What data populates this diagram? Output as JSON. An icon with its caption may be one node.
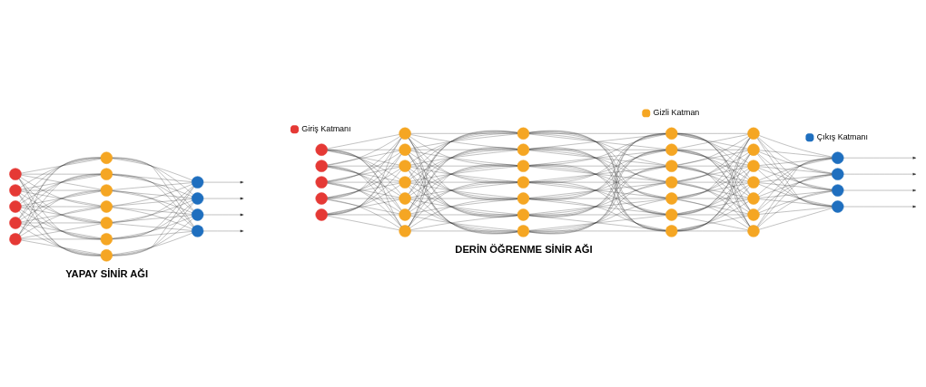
{
  "diagram": {
    "nodes": [
      {
        "text": [],
        "shape": "circle"
      },
      {
        "text": [],
        "shape": "circle"
      },
      {
        "text": [],
        "shape": "circle"
      },
      {
        "text": [],
        "shape": "circle"
      },
      {
        "text": [],
        "shape": "circle"
      },
      {
        "text": [],
        "shape": "circle"
      },
      {
        "text": [],
        "shape": "circle"
      },
      {
        "text": [],
        "shape": "circle"
      },
      {
        "text": [],
        "shape": "circle"
      },
      {
        "text": [],
        "shape": "circle"
      },
      {
        "text": [],
        "shape": "circle"
      },
      {
        "text": [],
        "shape": "circle"
      },
      {
        "text": [],
        "shape": "circle"
      },
      {
        "text": [],
        "shape": "circle"
      },
      {
        "text": [],
        "shape": "circle"
      },
      {
        "text": [],
        "shape": "circle"
      },
      {
        "text": [],
        "shape": "circle"
      },
      {
        "text": [],
        "shape": "circle"
      },
      {
        "text": [],
        "shape": "circle"
      },
      {
        "text": [],
        "shape": "circle"
      },
      {
        "text": [],
        "shape": "circle"
      },
      {
        "text": [],
        "shape": "circle"
      },
      {
        "text": [],
        "shape": "circle"
      },
      {
        "text": [],
        "shape": "circle"
      },
      {
        "text": [],
        "shape": "circle"
      },
      {
        "text": [],
        "shape": "circle"
      },
      {
        "text": [],
        "shape": "circle"
      },
      {
        "text": [],
        "shape": "circle"
      },
      {
        "text": [],
        "shape": "circle"
      },
      {
        "text": [],
        "shape": "circle"
      },
      {
        "text": [],
        "shape": "circle"
      },
      {
        "text": [],
        "shape": "circle"
      },
      {
        "text": [],
        "shape": "circle"
      },
      {
        "text": [],
        "shape": "circle"
      },
      {
        "text": [],
        "shape": "circle"
      },
      {
        "text": [],
        "shape": "circle"
      },
      {
        "text": [],
        "shape": "circle"
      },
      {
        "text": [],
        "shape": "circle"
      },
      {
        "text": [],
        "shape": "circle"
      },
      {
        "text": [],
        "shape": "circle"
      },
      {
        "text": [],
        "shape": "circle"
      },
      {
        "text": [],
        "shape": "circle"
      },
      {
        "text": [],
        "shape": "circle"
      },
      {
        "text": [],
        "shape": "circle"
      },
      {
        "text": [],
        "shape": "circle"
      },
      {
        "text": [],
        "shape": "circle"
      },
      {
        "text": [],
        "shape": "circle"
      },
      {
        "text": [],
        "shape": "circle"
      },
      {
        "text": [],
        "shape": "circle"
      },
      {
        "text": [],
        "shape": "circle"
      },
      {
        "text": [],
        "shape": "circle"
      },
      {
        "text": [],
        "shape": "circle"
      },
      {
        "text": [],
        "shape": "circle"
      }
    ],
    "edges": [
      {
        "from": 0,
        "to": 5,
        "arrow": "none"
      },
      {
        "from": 0,
        "to": 6,
        "arrow": "none"
      },
      {
        "from": 0,
        "to": 7,
        "arrow": "none"
      },
      {
        "from": 0,
        "to": 8,
        "arrow": "none"
      },
      {
        "from": 0,
        "to": 9,
        "arrow": "none"
      },
      {
        "from": 0,
        "to": 10,
        "arrow": "none"
      },
      {
        "from": 0,
        "to": 11,
        "arrow": "none"
      },
      {
        "from": 1,
        "to": 5,
        "arrow": "none"
      },
      {
        "from": 1,
        "to": 6,
        "arrow": "none"
      },
      {
        "from": 1,
        "to": 7,
        "arrow": "none"
      },
      {
        "from": 1,
        "to": 8,
        "arrow": "none"
      },
      {
        "from": 1,
        "to": 9,
        "arrow": "none"
      },
      {
        "from": 1,
        "to": 10,
        "arrow": "none"
      },
      {
        "from": 1,
        "to": 11,
        "arrow": "none"
      },
      {
        "from": 2,
        "to": 5,
        "arrow": "none"
      },
      {
        "from": 2,
        "to": 6,
        "arrow": "none"
      },
      {
        "from": 2,
        "to": 7,
        "arrow": "none"
      },
      {
        "from": 2,
        "to": 8,
        "arrow": "none"
      },
      {
        "from": 2,
        "to": 9,
        "arrow": "none"
      },
      {
        "from": 2,
        "to": 10,
        "arrow": "none"
      },
      {
        "from": 2,
        "to": 11,
        "arrow": "none"
      },
      {
        "from": 3,
        "to": 5,
        "arrow": "none"
      },
      {
        "from": 3,
        "to": 6,
        "arrow": "none"
      },
      {
        "from": 3,
        "to": 7,
        "arrow": "none"
      },
      {
        "from": 3,
        "to": 8,
        "arrow": "none"
      },
      {
        "from": 3,
        "to": 9,
        "arrow": "none"
      },
      {
        "from": 3,
        "to": 10,
        "arrow": "none"
      },
      {
        "from": 3,
        "to": 11,
        "arrow": "none"
      },
      {
        "from": 4,
        "to": 5,
        "arrow": "none"
      },
      {
        "from": 4,
        "to": 6,
        "arrow": "none"
      },
      {
        "from": 4,
        "to": 7,
        "arrow": "none"
      },
      {
        "from": 4,
        "to": 8,
        "arrow": "none"
      },
      {
        "from": 4,
        "to": 9,
        "arrow": "none"
      },
      {
        "from": 4,
        "to": 10,
        "arrow": "none"
      },
      {
        "from": 4,
        "to": 11,
        "arrow": "none"
      },
      {
        "from": 5,
        "to": 12,
        "arrow": "none"
      },
      {
        "from": 5,
        "to": 13,
        "arrow": "none"
      },
      {
        "from": 5,
        "to": 14,
        "arrow": "none"
      },
      {
        "from": 5,
        "to": 15,
        "arrow": "none"
      },
      {
        "from": 6,
        "to": 12,
        "arrow": "none"
      },
      {
        "from": 6,
        "to": 13,
        "arrow": "none"
      },
      {
        "from": 6,
        "to": 14,
        "arrow": "none"
      },
      {
        "from": 6,
        "to": 15,
        "arrow": "none"
      },
      {
        "from": 7,
        "to": 12,
        "arrow": "none"
      },
      {
        "from": 7,
        "to": 13,
        "arrow": "none"
      },
      {
        "from": 7,
        "to": 14,
        "arrow": "none"
      },
      {
        "from": 7,
        "to": 15,
        "arrow": "none"
      },
      {
        "from": 8,
        "to": 12,
        "arrow": "none"
      },
      {
        "from": 8,
        "to": 13,
        "arrow": "none"
      },
      {
        "from": 8,
        "to": 14,
        "arrow": "none"
      },
      {
        "from": 8,
        "to": 15,
        "arrow": "none"
      },
      {
        "from": 9,
        "to": 12,
        "arrow": "none"
      },
      {
        "from": 9,
        "to": 13,
        "arrow": "none"
      },
      {
        "from": 9,
        "to": 14,
        "arrow": "none"
      },
      {
        "from": 9,
        "to": 15,
        "arrow": "none"
      },
      {
        "from": 10,
        "to": 12,
        "arrow": "none"
      },
      {
        "from": 10,
        "to": 13,
        "arrow": "none"
      },
      {
        "from": 10,
        "to": 14,
        "arrow": "none"
      },
      {
        "from": 10,
        "to": 15,
        "arrow": "none"
      },
      {
        "from": 11,
        "to": 12,
        "arrow": "none"
      },
      {
        "from": 11,
        "to": 13,
        "arrow": "none"
      },
      {
        "from": 11,
        "to": 14,
        "arrow": "none"
      },
      {
        "from": 11,
        "to": 15,
        "arrow": "none"
      },
      {
        "from": 12,
        "to": null,
        "arrow": "to"
      },
      {
        "from": 13,
        "to": null,
        "arrow": "to"
      },
      {
        "from": 14,
        "to": null,
        "arrow": "to"
      },
      {
        "from": 15,
        "to": null,
        "arrow": "to"
      },
      {
        "from": 16,
        "to": 21,
        "arrow": "none"
      },
      {
        "from": 16,
        "to": 22,
        "arrow": "none"
      },
      {
        "from": 16,
        "to": 23,
        "arrow": "none"
      },
      {
        "from": 16,
        "to": 24,
        "arrow": "none"
      },
      {
        "from": 16,
        "to": 25,
        "arrow": "none"
      },
      {
        "from": 16,
        "to": 26,
        "arrow": "none"
      },
      {
        "from": 16,
        "to": 27,
        "arrow": "none"
      },
      {
        "from": 17,
        "to": 21,
        "arrow": "none"
      },
      {
        "from": 17,
        "to": 22,
        "arrow": "none"
      },
      {
        "from": 17,
        "to": 23,
        "arrow": "none"
      },
      {
        "from": 17,
        "to": 24,
        "arrow": "none"
      },
      {
        "from": 17,
        "to": 25,
        "arrow": "none"
      },
      {
        "from": 17,
        "to": 26,
        "arrow": "none"
      },
      {
        "from": 17,
        "to": 27,
        "arrow": "none"
      },
      {
        "from": 18,
        "to": 21,
        "arrow": "none"
      },
      {
        "from": 18,
        "to": 22,
        "arrow": "none"
      },
      {
        "from": 18,
        "to": 23,
        "arrow": "none"
      },
      {
        "from": 18,
        "to": 24,
        "arrow": "none"
      },
      {
        "from": 18,
        "to": 25,
        "arrow": "none"
      },
      {
        "from": 18,
        "to": 26,
        "arrow": "none"
      },
      {
        "from": 18,
        "to": 27,
        "arrow": "none"
      },
      {
        "from": 19,
        "to": 21,
        "arrow": "none"
      },
      {
        "from": 19,
        "to": 22,
        "arrow": "none"
      },
      {
        "from": 19,
        "to": 23,
        "arrow": "none"
      },
      {
        "from": 19,
        "to": 24,
        "arrow": "none"
      },
      {
        "from": 19,
        "to": 25,
        "arrow": "none"
      },
      {
        "from": 19,
        "to": 26,
        "arrow": "none"
      },
      {
        "from": 19,
        "to": 27,
        "arrow": "none"
      },
      {
        "from": 20,
        "to": 21,
        "arrow": "none"
      },
      {
        "from": 20,
        "to": 22,
        "arrow": "none"
      },
      {
        "from": 20,
        "to": 23,
        "arrow": "none"
      },
      {
        "from": 20,
        "to": 24,
        "arrow": "none"
      },
      {
        "from": 20,
        "to": 25,
        "arrow": "none"
      },
      {
        "from": 20,
        "to": 26,
        "arrow": "none"
      },
      {
        "from": 20,
        "to": 27,
        "arrow": "none"
      },
      {
        "from": 21,
        "to": 28,
        "arrow": "none"
      },
      {
        "from": 21,
        "to": 29,
        "arrow": "none"
      },
      {
        "from": 21,
        "to": 30,
        "arrow": "none"
      },
      {
        "from": 21,
        "to": 31,
        "arrow": "none"
      },
      {
        "from": 21,
        "to": 32,
        "arrow": "none"
      },
      {
        "from": 21,
        "to": 33,
        "arrow": "none"
      },
      {
        "from": 21,
        "to": 34,
        "arrow": "none"
      },
      {
        "from": 22,
        "to": 28,
        "arrow": "none"
      },
      {
        "from": 22,
        "to": 29,
        "arrow": "none"
      },
      {
        "from": 22,
        "to": 30,
        "arrow": "none"
      },
      {
        "from": 22,
        "to": 31,
        "arrow": "none"
      },
      {
        "from": 22,
        "to": 32,
        "arrow": "none"
      },
      {
        "from": 22,
        "to": 33,
        "arrow": "none"
      },
      {
        "from": 22,
        "to": 34,
        "arrow": "none"
      },
      {
        "from": 23,
        "to": 28,
        "arrow": "none"
      },
      {
        "from": 23,
        "to": 29,
        "arrow": "none"
      },
      {
        "from": 23,
        "to": 30,
        "arrow": "none"
      },
      {
        "from": 23,
        "to": 31,
        "arrow": "none"
      },
      {
        "from": 23,
        "to": 32,
        "arrow": "none"
      },
      {
        "from": 23,
        "to": 33,
        "arrow": "none"
      },
      {
        "from": 23,
        "to": 34,
        "arrow": "none"
      },
      {
        "from": 24,
        "to": 28,
        "arrow": "none"
      },
      {
        "from": 24,
        "to": 29,
        "arrow": "none"
      },
      {
        "from": 24,
        "to": 30,
        "arrow": "none"
      },
      {
        "from": 24,
        "to": 31,
        "arrow": "none"
      },
      {
        "from": 24,
        "to": 32,
        "arrow": "none"
      },
      {
        "from": 24,
        "to": 33,
        "arrow": "none"
      },
      {
        "from": 24,
        "to": 34,
        "arrow": "none"
      },
      {
        "from": 25,
        "to": 28,
        "arrow": "none"
      },
      {
        "from": 25,
        "to": 29,
        "arrow": "none"
      },
      {
        "from": 25,
        "to": 30,
        "arrow": "none"
      },
      {
        "from": 25,
        "to": 31,
        "arrow": "none"
      },
      {
        "from": 25,
        "to": 32,
        "arrow": "none"
      },
      {
        "from": 25,
        "to": 33,
        "arrow": "none"
      },
      {
        "from": 25,
        "to": 34,
        "arrow": "none"
      },
      {
        "from": 26,
        "to": 28,
        "arrow": "none"
      },
      {
        "from": 26,
        "to": 29,
        "arrow": "none"
      },
      {
        "from": 26,
        "to": 30,
        "arrow": "none"
      },
      {
        "from": 26,
        "to": 31,
        "arrow": "none"
      },
      {
        "from": 26,
        "to": 32,
        "arrow": "none"
      },
      {
        "from": 26,
        "to": 33,
        "arrow": "none"
      },
      {
        "from": 26,
        "to": 34,
        "arrow": "none"
      },
      {
        "from": 27,
        "to": 28,
        "arrow": "none"
      },
      {
        "from": 27,
        "to": 29,
        "arrow": "none"
      },
      {
        "from": 27,
        "to": 30,
        "arrow": "none"
      },
      {
        "from": 27,
        "to": 31,
        "arrow": "none"
      },
      {
        "from": 27,
        "to": 32,
        "arrow": "none"
      },
      {
        "from": 27,
        "to": 33,
        "arrow": "none"
      },
      {
        "from": 27,
        "to": 34,
        "arrow": "none"
      },
      {
        "from": 28,
        "to": 35,
        "arrow": "none"
      },
      {
        "from": 28,
        "to": 36,
        "arrow": "none"
      },
      {
        "from": 28,
        "to": 37,
        "arrow": "none"
      },
      {
        "from": 28,
        "to": 38,
        "arrow": "none"
      },
      {
        "from": 28,
        "to": 39,
        "arrow": "none"
      },
      {
        "from": 28,
        "to": 40,
        "arrow": "none"
      },
      {
        "from": 28,
        "to": 41,
        "arrow": "none"
      },
      {
        "from": 29,
        "to": 35,
        "arrow": "none"
      },
      {
        "from": 29,
        "to": 36,
        "arrow": "none"
      },
      {
        "from": 29,
        "to": 37,
        "arrow": "none"
      },
      {
        "from": 29,
        "to": 38,
        "arrow": "none"
      },
      {
        "from": 29,
        "to": 39,
        "arrow": "none"
      },
      {
        "from": 29,
        "to": 40,
        "arrow": "none"
      },
      {
        "from": 29,
        "to": 41,
        "arrow": "none"
      },
      {
        "from": 30,
        "to": 35,
        "arrow": "none"
      },
      {
        "from": 30,
        "to": 36,
        "arrow": "none"
      },
      {
        "from": 30,
        "to": 37,
        "arrow": "none"
      },
      {
        "from": 30,
        "to": 38,
        "arrow": "none"
      },
      {
        "from": 30,
        "to": 39,
        "arrow": "none"
      },
      {
        "from": 30,
        "to": 40,
        "arrow": "none"
      },
      {
        "from": 30,
        "to": 41,
        "arrow": "none"
      },
      {
        "from": 31,
        "to": 35,
        "arrow": "none"
      },
      {
        "from": 31,
        "to": 36,
        "arrow": "none"
      },
      {
        "from": 31,
        "to": 37,
        "arrow": "none"
      },
      {
        "from": 31,
        "to": 38,
        "arrow": "none"
      },
      {
        "from": 31,
        "to": 39,
        "arrow": "none"
      },
      {
        "from": 31,
        "to": 40,
        "arrow": "none"
      },
      {
        "from": 31,
        "to": 41,
        "arrow": "none"
      },
      {
        "from": 32,
        "to": 35,
        "arrow": "none"
      },
      {
        "from": 32,
        "to": 36,
        "arrow": "none"
      },
      {
        "from": 32,
        "to": 37,
        "arrow": "none"
      },
      {
        "from": 32,
        "to": 38,
        "arrow": "none"
      },
      {
        "from": 32,
        "to": 39,
        "arrow": "none"
      },
      {
        "from": 32,
        "to": 40,
        "arrow": "none"
      },
      {
        "from": 32,
        "to": 41,
        "arrow": "none"
      },
      {
        "from": 33,
        "to": 35,
        "arrow": "none"
      },
      {
        "from": 33,
        "to": 36,
        "arrow": "none"
      },
      {
        "from": 33,
        "to": 37,
        "arrow": "none"
      },
      {
        "from": 33,
        "to": 38,
        "arrow": "none"
      },
      {
        "from": 33,
        "to": 39,
        "arrow": "none"
      },
      {
        "from": 33,
        "to": 40,
        "arrow": "none"
      },
      {
        "from": 33,
        "to": 41,
        "arrow": "none"
      },
      {
        "from": 34,
        "to": 35,
        "arrow": "none"
      },
      {
        "from": 34,
        "to": 36,
        "arrow": "none"
      },
      {
        "from": 34,
        "to": 37,
        "arrow": "none"
      },
      {
        "from": 34,
        "to": 38,
        "arrow": "none"
      },
      {
        "from": 34,
        "to": 39,
        "arrow": "none"
      },
      {
        "from": 34,
        "to": 40,
        "arrow": "none"
      },
      {
        "from": 34,
        "to": 41,
        "arrow": "none"
      },
      {
        "from": 35,
        "to": 42,
        "arrow": "none"
      },
      {
        "from": 35,
        "to": 43,
        "arrow": "none"
      },
      {
        "from": 35,
        "to": 44,
        "arrow": "none"
      },
      {
        "from": 35,
        "to": 45,
        "arrow": "none"
      },
      {
        "from": 35,
        "to": 46,
        "arrow": "none"
      },
      {
        "from": 35,
        "to": 47,
        "arrow": "none"
      },
      {
        "from": 35,
        "to": 48,
        "arrow": "none"
      },
      {
        "from": 36,
        "to": 42,
        "arrow": "none"
      },
      {
        "from": 36,
        "to": 43,
        "arrow": "none"
      },
      {
        "from": 36,
        "to": 44,
        "arrow": "none"
      },
      {
        "from": 36,
        "to": 45,
        "arrow": "none"
      },
      {
        "from": 36,
        "to": 46,
        "arrow": "none"
      },
      {
        "from": 36,
        "to": 47,
        "arrow": "none"
      },
      {
        "from": 36,
        "to": 48,
        "arrow": "none"
      },
      {
        "from": 37,
        "to": 42,
        "arrow": "none"
      },
      {
        "from": 37,
        "to": 43,
        "arrow": "none"
      },
      {
        "from": 37,
        "to": 44,
        "arrow": "none"
      },
      {
        "from": 37,
        "to": 45,
        "arrow": "none"
      },
      {
        "from": 37,
        "to": 46,
        "arrow": "none"
      },
      {
        "from": 37,
        "to": 47,
        "arrow": "none"
      },
      {
        "from": 37,
        "to": 48,
        "arrow": "none"
      },
      {
        "from": 38,
        "to": 42,
        "arrow": "none"
      },
      {
        "from": 38,
        "to": 43,
        "arrow": "none"
      },
      {
        "from": 38,
        "to": 44,
        "arrow": "none"
      },
      {
        "from": 38,
        "to": 45,
        "arrow": "none"
      },
      {
        "from": 38,
        "to": 46,
        "arrow": "none"
      },
      {
        "from": 38,
        "to": 47,
        "arrow": "none"
      },
      {
        "from": 38,
        "to": 48,
        "arrow": "none"
      },
      {
        "from": 39,
        "to": 42,
        "arrow": "none"
      },
      {
        "from": 39,
        "to": 43,
        "arrow": "none"
      },
      {
        "from": 39,
        "to": 44,
        "arrow": "none"
      },
      {
        "from": 39,
        "to": 45,
        "arrow": "none"
      },
      {
        "from": 39,
        "to": 46,
        "arrow": "none"
      },
      {
        "from": 39,
        "to": 47,
        "arrow": "none"
      },
      {
        "from": 39,
        "to": 48,
        "arrow": "none"
      },
      {
        "from": 40,
        "to": 42,
        "arrow": "none"
      },
      {
        "from": 40,
        "to": 43,
        "arrow": "none"
      },
      {
        "from": 40,
        "to": 44,
        "arrow": "none"
      },
      {
        "from": 40,
        "to": 45,
        "arrow": "none"
      },
      {
        "from": 40,
        "to": 46,
        "arrow": "none"
      },
      {
        "from": 40,
        "to": 47,
        "arrow": "none"
      },
      {
        "from": 40,
        "to": 48,
        "arrow": "none"
      },
      {
        "from": 41,
        "to": 42,
        "arrow": "none"
      },
      {
        "from": 41,
        "to": 43,
        "arrow": "none"
      },
      {
        "from": 41,
        "to": 44,
        "arrow": "none"
      },
      {
        "from": 41,
        "to": 45,
        "arrow": "none"
      },
      {
        "from": 41,
        "to": 46,
        "arrow": "none"
      },
      {
        "from": 41,
        "to": 47,
        "arrow": "none"
      },
      {
        "from": 41,
        "to": 48,
        "arrow": "none"
      },
      {
        "from": 42,
        "to": 49,
        "arrow": "none"
      },
      {
        "from": 42,
        "to": 50,
        "arrow": "none"
      },
      {
        "from": 42,
        "to": 51,
        "arrow": "none"
      },
      {
        "from": 42,
        "to": 52,
        "arrow": "none"
      },
      {
        "from": 43,
        "to": 49,
        "arrow": "none"
      },
      {
        "from": 43,
        "to": 50,
        "arrow": "none"
      },
      {
        "from": 43,
        "to": 51,
        "arrow": "none"
      },
      {
        "from": 43,
        "to": 52,
        "arrow": "none"
      },
      {
        "from": 44,
        "to": 49,
        "arrow": "none"
      },
      {
        "from": 44,
        "to": 50,
        "arrow": "none"
      },
      {
        "from": 44,
        "to": 51,
        "arrow": "none"
      },
      {
        "from": 44,
        "to": 52,
        "arrow": "none"
      },
      {
        "from": 45,
        "to": 49,
        "arrow": "none"
      },
      {
        "from": 45,
        "to": 50,
        "arrow": "none"
      },
      {
        "from": 45,
        "to": 51,
        "arrow": "none"
      },
      {
        "from": 45,
        "to": 52,
        "arrow": "none"
      },
      {
        "from": 46,
        "to": 49,
        "arrow": "none"
      },
      {
        "from": 46,
        "to": 50,
        "arrow": "none"
      },
      {
        "from": 46,
        "to": 51,
        "arrow": "none"
      },
      {
        "from": 46,
        "to": 52,
        "arrow": "none"
      },
      {
        "from": 47,
        "to": 49,
        "arrow": "none"
      },
      {
        "from": 47,
        "to": 50,
        "arrow": "none"
      },
      {
        "from": 47,
        "to": 51,
        "arrow": "none"
      },
      {
        "from": 47,
        "to": 52,
        "arrow": "none"
      },
      {
        "from": 48,
        "to": 49,
        "arrow": "none"
      },
      {
        "from": 48,
        "to": 50,
        "arrow": "none"
      },
      {
        "from": 48,
        "to": 51,
        "arrow": "none"
      },
      {
        "from": 48,
        "to": 52,
        "arrow": "none"
      },
      {
        "from": 49,
        "to": null,
        "arrow": "to"
      },
      {
        "from": 50,
        "to": null,
        "arrow": "to"
      },
      {
        "from": 51,
        "to": null,
        "arrow": "to"
      },
      {
        "from": 52,
        "to": null,
        "arrow": "to"
      }
    ],
    "labels": [
      "YAPAY SİNİR AĞI",
      "DERİN ÖĞRENME SİNİR AĞI"
    ],
    "legend": [
      {
        "text": "Giriş Katmanı",
        "color": "#e53935"
      },
      {
        "text": "Gizli Katman",
        "color": "#f5a623"
      },
      {
        "text": "Çıkış Katmanı",
        "color": "#1f6fbf"
      }
    ]
  }
}
